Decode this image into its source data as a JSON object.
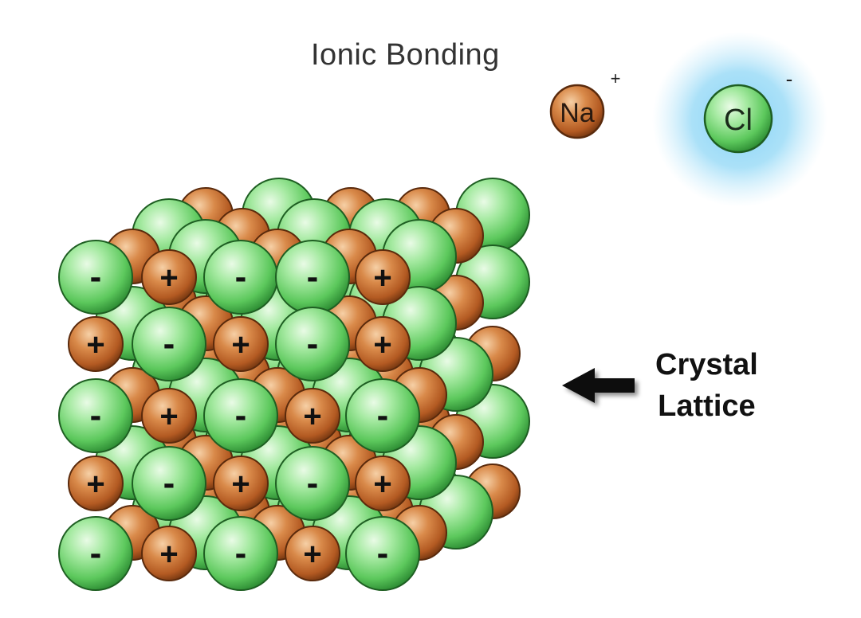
{
  "title": "Ionic Bonding",
  "ions": {
    "sodium": {
      "symbol": "Na",
      "charge": "+",
      "color": "#c4692d"
    },
    "chlorine": {
      "symbol": "Cl",
      "charge": "-",
      "color": "#5cc85c",
      "glow_color": "#7fd0f5"
    }
  },
  "lattice": {
    "positive_sign": "+",
    "negative_sign": "-",
    "na_color": "#c4692d",
    "cl_color": "#5cc85c",
    "front_face": [
      [
        "-",
        "+",
        "-",
        "-",
        "+"
      ],
      [
        "+",
        "-",
        "+",
        "-",
        "+"
      ],
      [
        "-",
        "+",
        "-",
        "+",
        "-"
      ],
      [
        "+",
        "-",
        "+",
        "-",
        "+"
      ],
      [
        "-",
        "+",
        "-",
        "+",
        "-"
      ]
    ]
  },
  "callout": {
    "line1": "Crystal",
    "line2": "Lattice"
  },
  "arrow_color": "#111111"
}
